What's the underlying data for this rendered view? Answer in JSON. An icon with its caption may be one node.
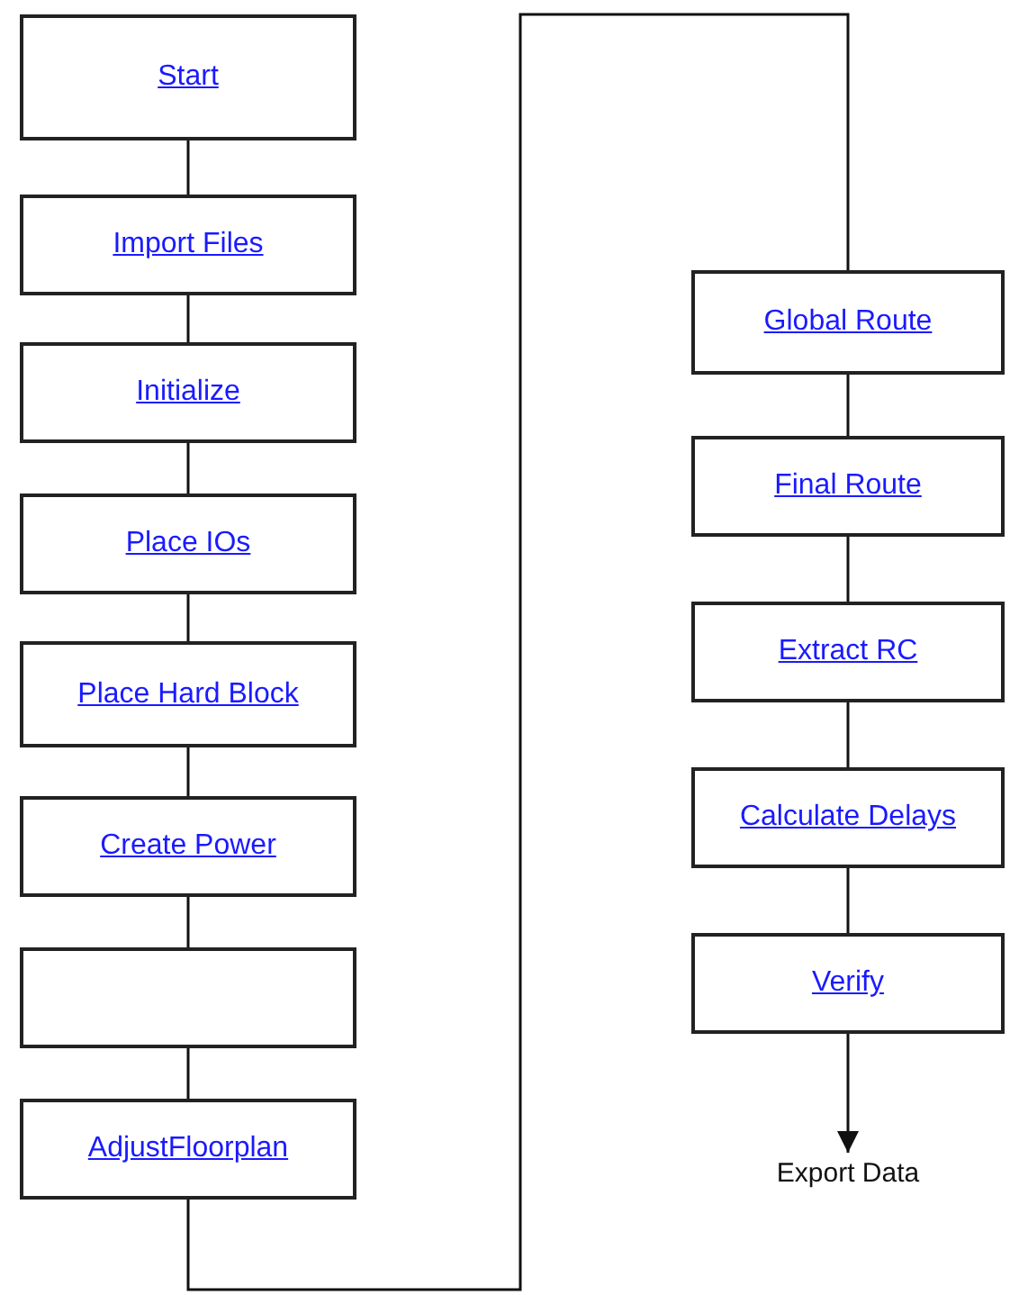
{
  "diagram": {
    "nodes": [
      {
        "text": [
          "Start"
        ]
      },
      {
        "text": [
          "Import Files"
        ]
      },
      {
        "text": [
          "Initialize"
        ]
      },
      {
        "text": [
          "Place IOs"
        ]
      },
      {
        "text": [
          "Place Hard Block"
        ]
      },
      {
        "text": [
          "Create Power"
        ]
      },
      {
        "text": [],
        "shape": "box"
      },
      {
        "text": [
          "AdjustFloorplan"
        ]
      },
      {
        "text": [
          "Global Route"
        ]
      },
      {
        "text": [
          "Final Route"
        ]
      },
      {
        "text": [
          "Extract RC"
        ]
      },
      {
        "text": [
          "Calculate Delays"
        ]
      },
      {
        "text": [
          "Verify"
        ]
      },
      {
        "text": [
          "Export Data"
        ]
      }
    ],
    "edges": [
      {
        "from": 0,
        "to": 1,
        "arrow": "none"
      },
      {
        "from": 1,
        "to": 2,
        "arrow": "none"
      },
      {
        "from": 2,
        "to": 3,
        "arrow": "none"
      },
      {
        "from": 3,
        "to": 4,
        "arrow": "none"
      },
      {
        "from": 4,
        "to": 5,
        "arrow": "none"
      },
      {
        "from": 5,
        "to": 6,
        "arrow": "none"
      },
      {
        "from": 6,
        "to": 7,
        "arrow": "none"
      },
      {
        "from": 7,
        "to": 8,
        "arrow": "none"
      },
      {
        "from": 8,
        "to": 9,
        "arrow": "none"
      },
      {
        "from": 9,
        "to": 10,
        "arrow": "none"
      },
      {
        "from": 10,
        "to": 11,
        "arrow": "none"
      },
      {
        "from": 11,
        "to": 12,
        "arrow": "none"
      },
      {
        "from": 12,
        "to": 13,
        "arrow": "to"
      }
    ]
  }
}
